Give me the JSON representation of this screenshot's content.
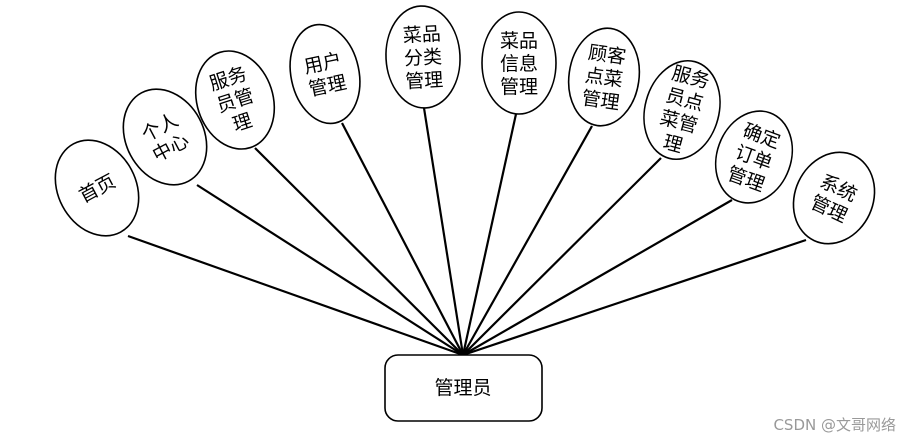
{
  "root": {
    "label": "管理员"
  },
  "modules": [
    {
      "lines": [
        "首页"
      ]
    },
    {
      "lines": [
        "个人",
        "中心"
      ]
    },
    {
      "lines": [
        "服务",
        "员管",
        "理"
      ]
    },
    {
      "lines": [
        "用户",
        "管理"
      ]
    },
    {
      "lines": [
        "菜品",
        "分类",
        "管理"
      ]
    },
    {
      "lines": [
        "菜品",
        "信息",
        "管理"
      ]
    },
    {
      "lines": [
        "顾客",
        "点菜",
        "管理"
      ]
    },
    {
      "lines": [
        "服务",
        "员点",
        "菜管",
        "理"
      ]
    },
    {
      "lines": [
        "确定",
        "订单",
        "管理"
      ]
    },
    {
      "lines": [
        "系统",
        "管理"
      ]
    }
  ],
  "watermark": "CSDN @文哥网络"
}
